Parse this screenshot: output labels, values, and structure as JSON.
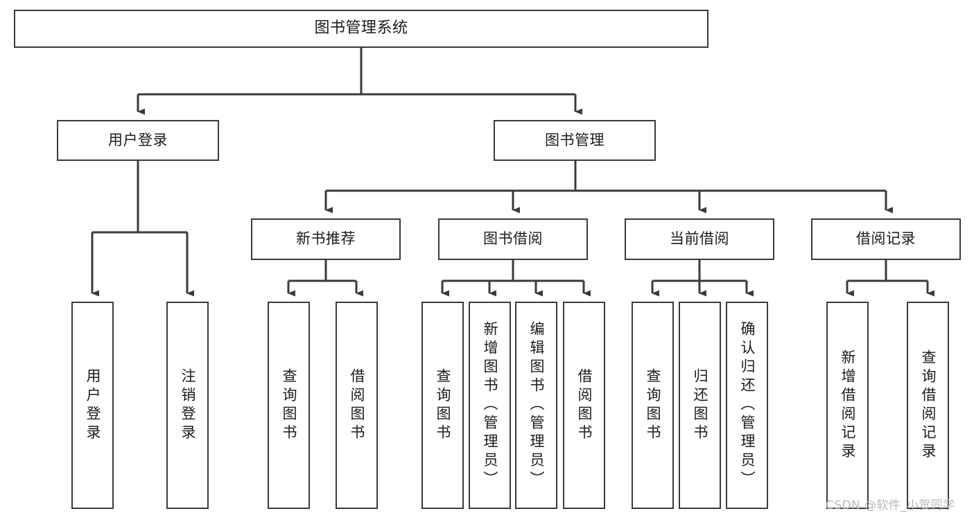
{
  "diagram": {
    "type": "tree-hierarchy-chart",
    "title": "图书管理系统",
    "line_color": "#3a3a3a",
    "box_fill": "#ffffff",
    "text_color": "#1b1b1b",
    "watermark": "CSDN @软件_小贺同学",
    "levels": {
      "root": "图书管理系统",
      "level2": [
        "用户登录",
        "图书管理"
      ],
      "level3": [
        "新书推荐",
        "图书借阅",
        "当前借阅",
        "借阅记录"
      ]
    },
    "nodes": {
      "root": {
        "label": "图书管理系统",
        "level": 1
      },
      "user_login": {
        "label": "用户登录",
        "level": 2
      },
      "book_mgmt": {
        "label": "图书管理",
        "level": 2
      },
      "new_book_rec": {
        "label": "新书推荐",
        "level": 3
      },
      "book_borrow": {
        "label": "图书借阅",
        "level": 3
      },
      "current_borrow": {
        "label": "当前借阅",
        "level": 3
      },
      "borrow_record": {
        "label": "借阅记录",
        "level": 3
      },
      "leaf_user_login": {
        "label": "用户登录",
        "level": 3
      },
      "leaf_logout": {
        "label": "注销登录",
        "level": 3
      },
      "leaf_query_book_a": {
        "label": "查询图书",
        "level": 4
      },
      "leaf_borrow_book_a": {
        "label": "借阅图书",
        "level": 4
      },
      "leaf_query_book_b": {
        "label": "查询图书",
        "level": 4
      },
      "leaf_add_book": {
        "label": "新增图书（管理员）",
        "level": 4
      },
      "leaf_edit_book": {
        "label": "编辑图书（管理员）",
        "level": 4
      },
      "leaf_borrow_book_b": {
        "label": "借阅图书",
        "level": 4
      },
      "leaf_query_book_c": {
        "label": "查询图书",
        "level": 4
      },
      "leaf_return_book": {
        "label": "归还图书",
        "level": 4
      },
      "leaf_confirm_return": {
        "label": "确认归还（管理员）",
        "level": 4
      },
      "leaf_add_record": {
        "label": "新增借阅记录",
        "level": 4
      },
      "leaf_query_record": {
        "label": "查询借阅记录",
        "level": 4
      }
    },
    "edges": [
      {
        "from": "root",
        "to": "user_login"
      },
      {
        "from": "root",
        "to": "book_mgmt"
      },
      {
        "from": "user_login",
        "to": "leaf_user_login"
      },
      {
        "from": "user_login",
        "to": "leaf_logout"
      },
      {
        "from": "book_mgmt",
        "to": "new_book_rec"
      },
      {
        "from": "book_mgmt",
        "to": "book_borrow"
      },
      {
        "from": "book_mgmt",
        "to": "current_borrow"
      },
      {
        "from": "book_mgmt",
        "to": "borrow_record"
      },
      {
        "from": "new_book_rec",
        "to": "leaf_query_book_a"
      },
      {
        "from": "new_book_rec",
        "to": "leaf_borrow_book_a"
      },
      {
        "from": "book_borrow",
        "to": "leaf_query_book_b"
      },
      {
        "from": "book_borrow",
        "to": "leaf_add_book"
      },
      {
        "from": "book_borrow",
        "to": "leaf_edit_book"
      },
      {
        "from": "book_borrow",
        "to": "leaf_borrow_book_b"
      },
      {
        "from": "current_borrow",
        "to": "leaf_query_book_c"
      },
      {
        "from": "current_borrow",
        "to": "leaf_return_book"
      },
      {
        "from": "current_borrow",
        "to": "leaf_confirm_return"
      },
      {
        "from": "borrow_record",
        "to": "leaf_add_record"
      },
      {
        "from": "borrow_record",
        "to": "leaf_query_record"
      }
    ]
  }
}
